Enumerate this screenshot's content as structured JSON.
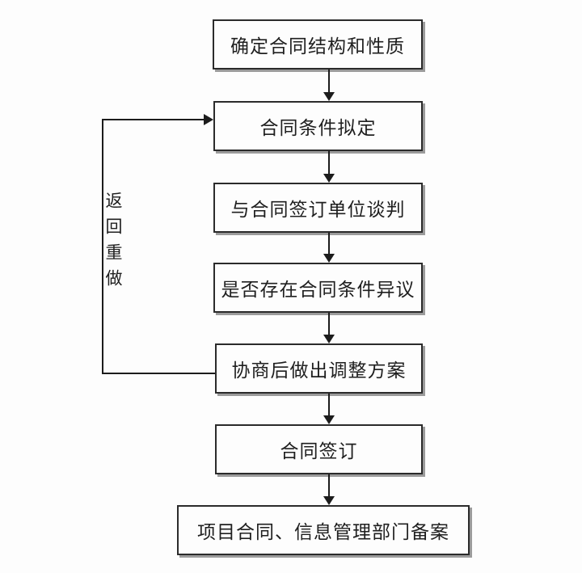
{
  "diagram": {
    "type": "flowchart",
    "direction": "top-down",
    "nodes": [
      {
        "id": "step-1",
        "label": "确定合同结构和性质"
      },
      {
        "id": "step-2",
        "label": "合同条件拟定"
      },
      {
        "id": "step-3",
        "label": "与合同签订单位谈判"
      },
      {
        "id": "step-4",
        "label": "是否存在合同条件异议"
      },
      {
        "id": "step-5",
        "label": "协商后做出调整方案"
      },
      {
        "id": "step-6",
        "label": "合同签订"
      },
      {
        "id": "step-7",
        "label": "项目合同、信息管理部门备案"
      }
    ],
    "edges": [
      {
        "from": "step-1",
        "to": "step-2",
        "label": ""
      },
      {
        "from": "step-2",
        "to": "step-3",
        "label": ""
      },
      {
        "from": "step-3",
        "to": "step-4",
        "label": ""
      },
      {
        "from": "step-4",
        "to": "step-5",
        "label": ""
      },
      {
        "from": "step-5",
        "to": "step-6",
        "label": ""
      },
      {
        "from": "step-6",
        "to": "step-7",
        "label": ""
      },
      {
        "from": "step-5",
        "to": "step-2",
        "label": "返回重做"
      }
    ],
    "feedback_label": "返回重做",
    "colors": {
      "background": "#fdfdfd",
      "node_border": "#2b2b2b",
      "node_fill": "#fdfdfd",
      "node_shadow": "#9b9b9b",
      "line": "#1c1c1c",
      "text": "#1f1f1f"
    }
  }
}
